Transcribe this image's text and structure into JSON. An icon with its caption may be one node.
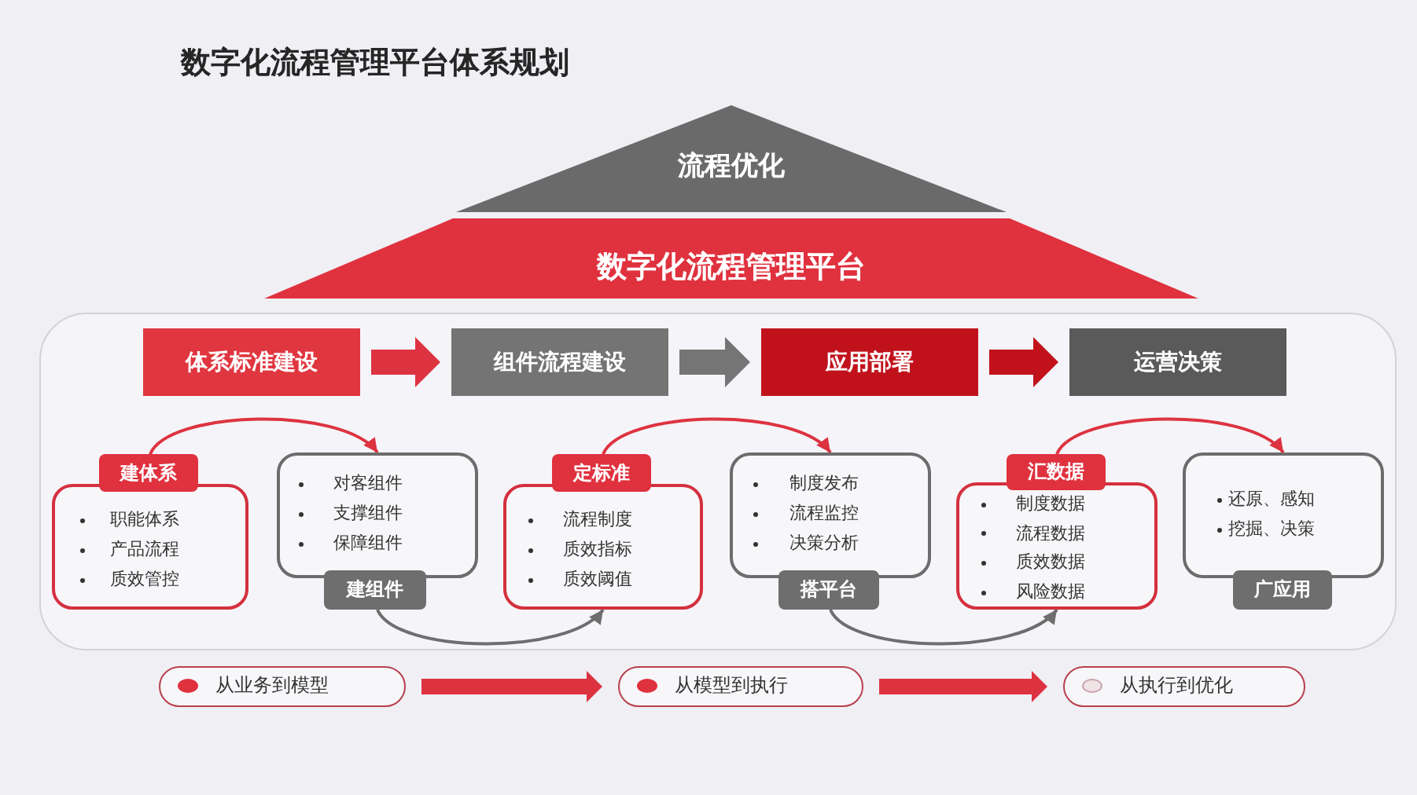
{
  "diagram": {
    "title": "数字化流程管理平台体系规划",
    "nodes": [
      {
        "text": [
          "流程优化"
        ]
      },
      {
        "text": [
          "数字化流程管理平台"
        ]
      },
      {
        "text": [],
        "shape": "box"
      },
      {
        "text": [
          "体系标准建设"
        ],
        "in": 2
      },
      {
        "text": [
          "组件流程建设"
        ],
        "in": 2
      },
      {
        "text": [
          "应用部署"
        ],
        "in": 2
      },
      {
        "text": [
          "运营决策"
        ],
        "in": 2
      },
      {
        "text": [
          "建体系",
          "职能体系",
          "产品流程",
          "质效管控"
        ],
        "in": 2
      },
      {
        "text": [
          "对客组件",
          "支撑组件",
          "保障组件",
          "建组件"
        ],
        "in": 2
      },
      {
        "text": [
          "定标准",
          "流程制度",
          "质效指标",
          "质效阈值"
        ],
        "in": 2
      },
      {
        "text": [
          "制度发布",
          "流程监控",
          "决策分析",
          "搭平台"
        ],
        "in": 2
      },
      {
        "text": [
          "汇数据",
          "制度数据",
          "流程数据",
          "质效数据",
          "风险数据"
        ],
        "in": 2
      },
      {
        "text": [
          "还原、感知",
          "挖掘、决策",
          "广应用"
        ],
        "in": 2
      },
      {
        "text": [
          "从业务到模型"
        ]
      },
      {
        "text": [
          "从模型到执行"
        ]
      },
      {
        "text": [
          "从执行到优化"
        ]
      }
    ],
    "edges": [
      {
        "from": 3,
        "to": 4,
        "arrow": "to",
        "style": "thick"
      },
      {
        "from": 4,
        "to": 5,
        "arrow": "to",
        "style": "thick",
        "color": "#757575"
      },
      {
        "from": 5,
        "to": 6,
        "arrow": "to",
        "style": "thick",
        "color": "#c1121c"
      },
      {
        "from": 7,
        "to": 8,
        "arrow": "to"
      },
      {
        "from": 8,
        "to": 9,
        "arrow": "to",
        "color": "#6e6e6e"
      },
      {
        "from": 9,
        "to": 10,
        "arrow": "to"
      },
      {
        "from": 10,
        "to": 11,
        "arrow": "to",
        "color": "#6e6e6e"
      },
      {
        "from": 11,
        "to": 12,
        "arrow": "to"
      },
      {
        "from": 13,
        "to": 14,
        "arrow": "to",
        "style": "thick"
      },
      {
        "from": 14,
        "to": 15,
        "arrow": "to",
        "style": "thick"
      }
    ]
  }
}
